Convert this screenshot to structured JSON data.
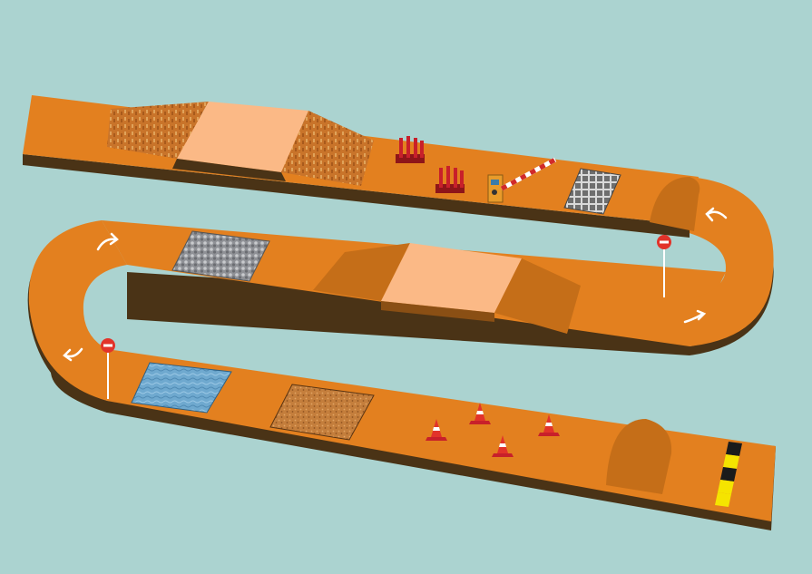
{
  "scene": {
    "description_type": "isometric-obstacle-course-illustration",
    "colors": {
      "background": "#abd3d0",
      "road_top": "#e3801f",
      "road_side": "#4a3316",
      "ramp_slope": "#c56e18",
      "ramp_flat_top": "#fbb986",
      "barrier_red": "#c8202a",
      "cone_red": "#e2332a",
      "gravel": "#9c9ea3",
      "water": "#6fa9cf",
      "sand": "#c47e3c",
      "finish_yellow": "#f5e400",
      "finish_black": "#1b1b1b"
    },
    "obstacles": {
      "track_segments": 3,
      "ramps": 2,
      "speed_bumps": 2,
      "road_barriers": 2,
      "traffic_cones": 4,
      "no_entry_signs": 2,
      "direction_arrows": 4,
      "boom_gate": 1,
      "cattle_grid": 1,
      "gravel_patch": 1,
      "water_patch": 1,
      "sand_patch": 1,
      "finish_line": 1
    },
    "icons": [
      "direction-arrow-icon",
      "no-entry-sign-icon",
      "traffic-cone-icon",
      "road-barrier-icon",
      "boom-gate-icon"
    ]
  }
}
